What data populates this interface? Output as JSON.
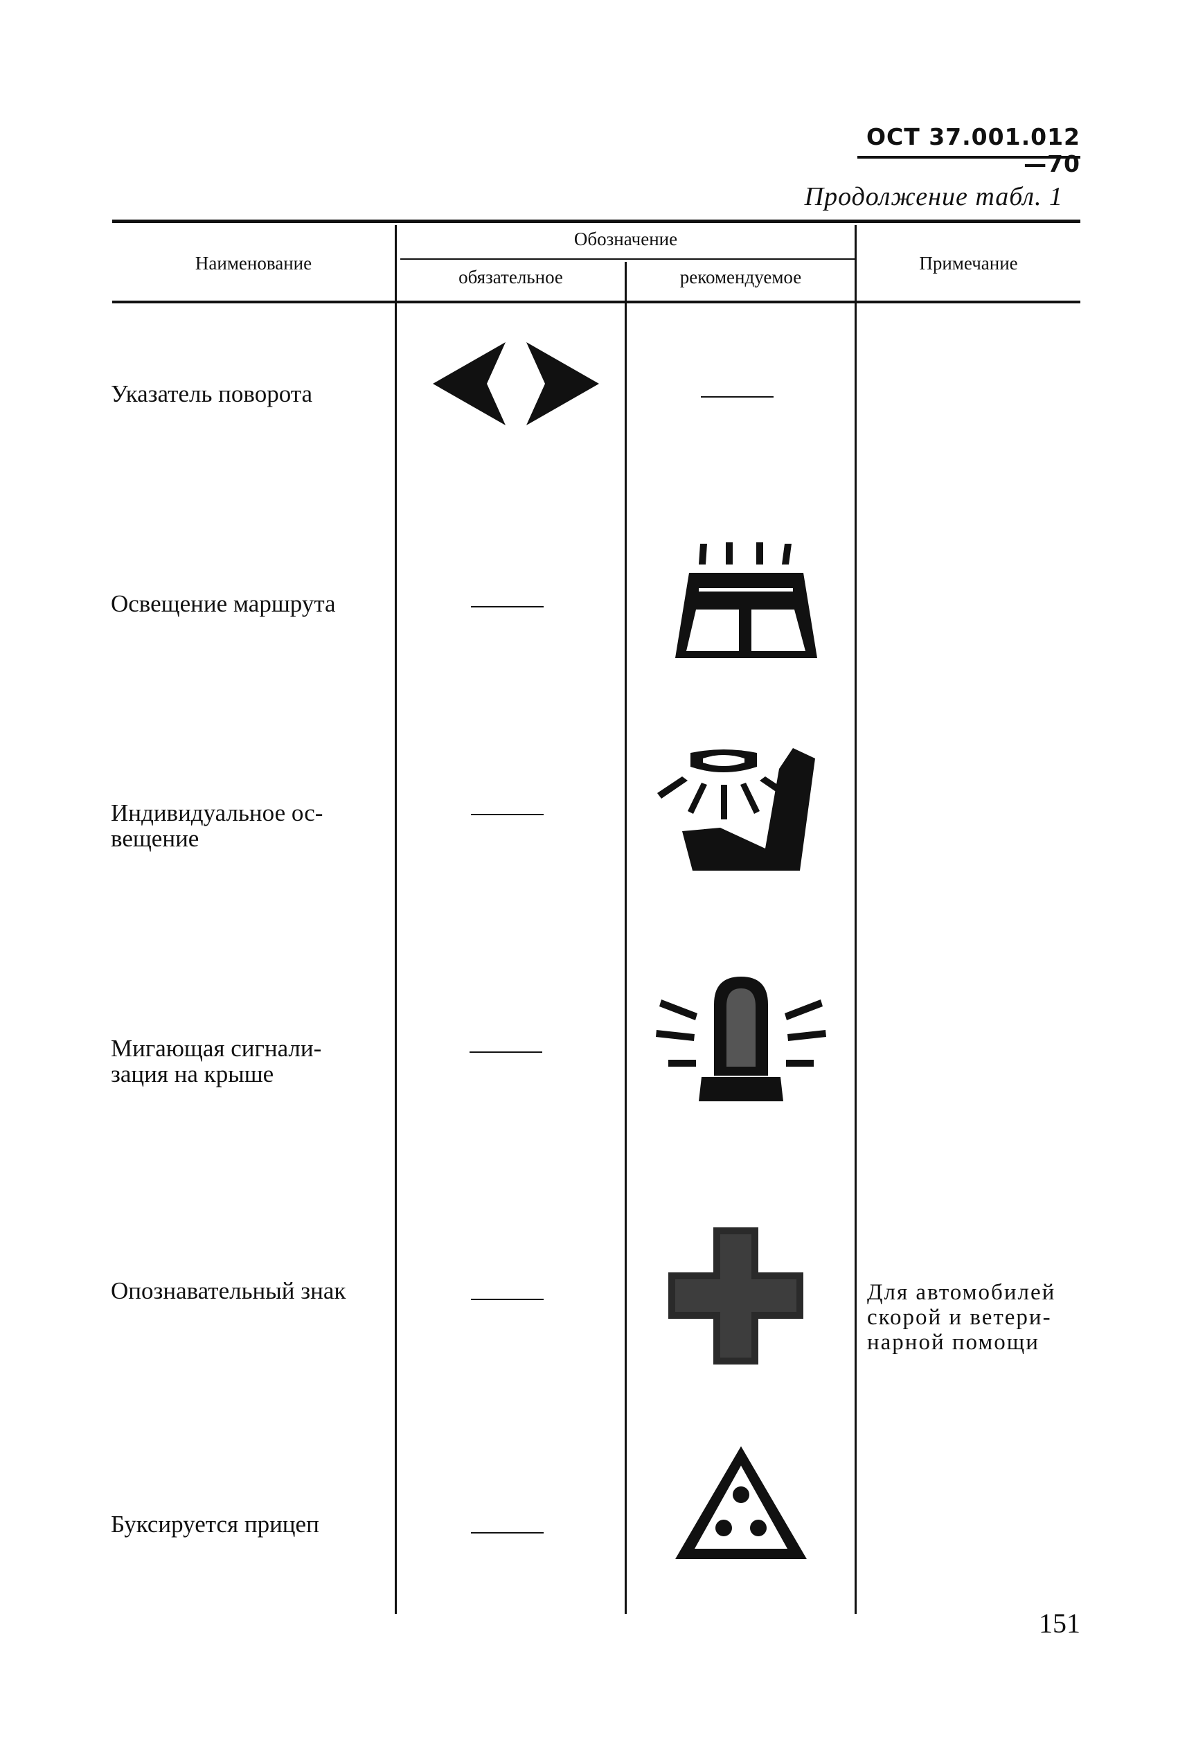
{
  "header": {
    "doc_code": "ОСТ 37.001.012—70",
    "continuation": "Продолжение табл. 1"
  },
  "table": {
    "columns": {
      "name": "Наименование",
      "designation": "Обозначение",
      "mandatory": "обязательное",
      "recommended": "рекомендуемое",
      "note": "Примечание"
    },
    "rows": [
      {
        "name": "Указатель поворота",
        "mandatory": "turn-signal-arrows-icon",
        "recommended": "—",
        "note": ""
      },
      {
        "name": "Освещение маршрута",
        "mandatory": "—",
        "recommended": "route-lighting-icon",
        "note": ""
      },
      {
        "name": "Индивидуальное ос-\nвещение",
        "mandatory": "—",
        "recommended": "seat-lamp-icon",
        "note": ""
      },
      {
        "name": "Мигающая сигнали-\nзация на крыше",
        "mandatory": "—",
        "recommended": "flashing-beacon-icon",
        "note": ""
      },
      {
        "name": "Опознавательный знак",
        "mandatory": "—",
        "recommended": "medical-cross-icon",
        "note": "Для автомобилей\nскорой и ветери-\nнарной помощи"
      },
      {
        "name": "Буксируется прицеп",
        "mandatory": "—",
        "recommended": "towing-trailer-triangle-icon",
        "note": ""
      }
    ]
  },
  "footer": {
    "page_number": "151"
  }
}
